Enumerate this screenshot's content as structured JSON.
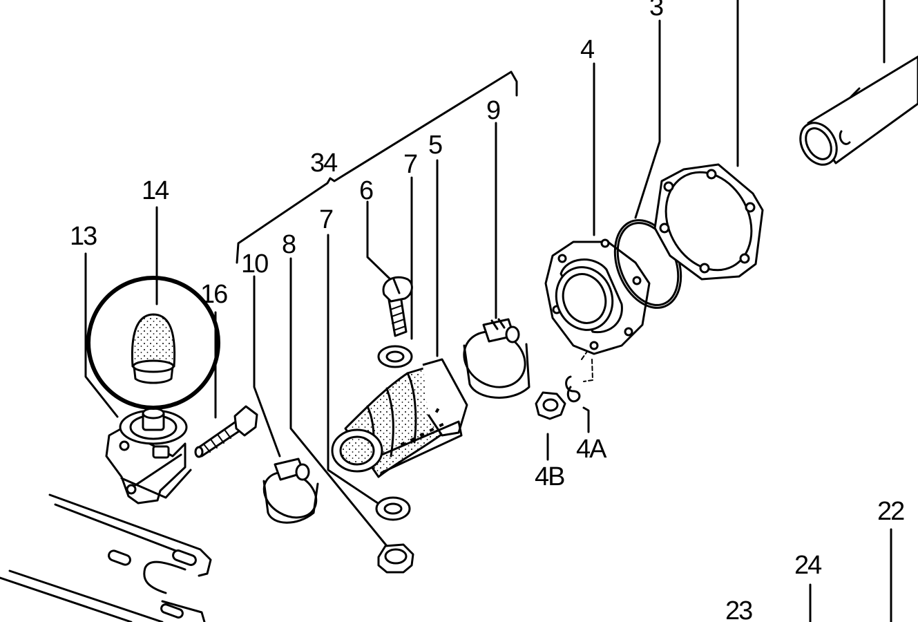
{
  "diagram": {
    "labels": {
      "l3": "3",
      "l4": "4",
      "l4a": "4A",
      "l4b": "4B",
      "l5": "5",
      "l6": "6",
      "l7a": "7",
      "l7b": "7",
      "l8": "8",
      "l9": "9",
      "l10": "10",
      "l13": "13",
      "l14": "14",
      "l16": "16",
      "l22": "22",
      "l23": "23",
      "l24": "24",
      "l34": "34"
    },
    "highlighted_part": "14"
  }
}
